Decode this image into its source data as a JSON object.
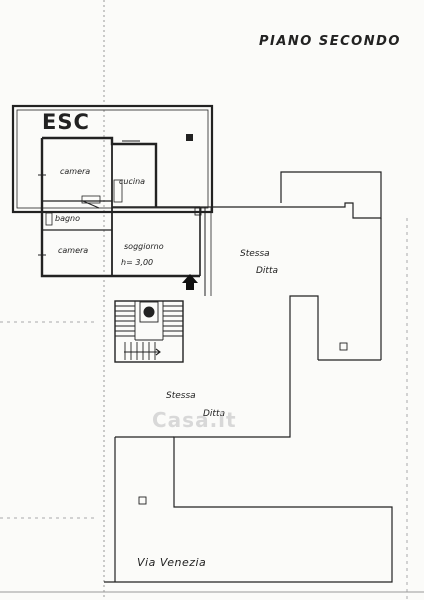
{
  "title": "PIANO SECONDO",
  "staircase_label": "ESC",
  "rooms": {
    "camera_top": "camera",
    "cucina": "cucina",
    "bagno": "bagno",
    "camera_bottom": "camera",
    "soggiorno": "soggiorno",
    "height": "h= 3,00"
  },
  "ditta": {
    "right_line1": "Stessa",
    "right_line2": "Ditta",
    "lower_line1": "Stessa",
    "lower_line2": "Ditta"
  },
  "street": "Via Venezia",
  "watermark": "Casa.it"
}
